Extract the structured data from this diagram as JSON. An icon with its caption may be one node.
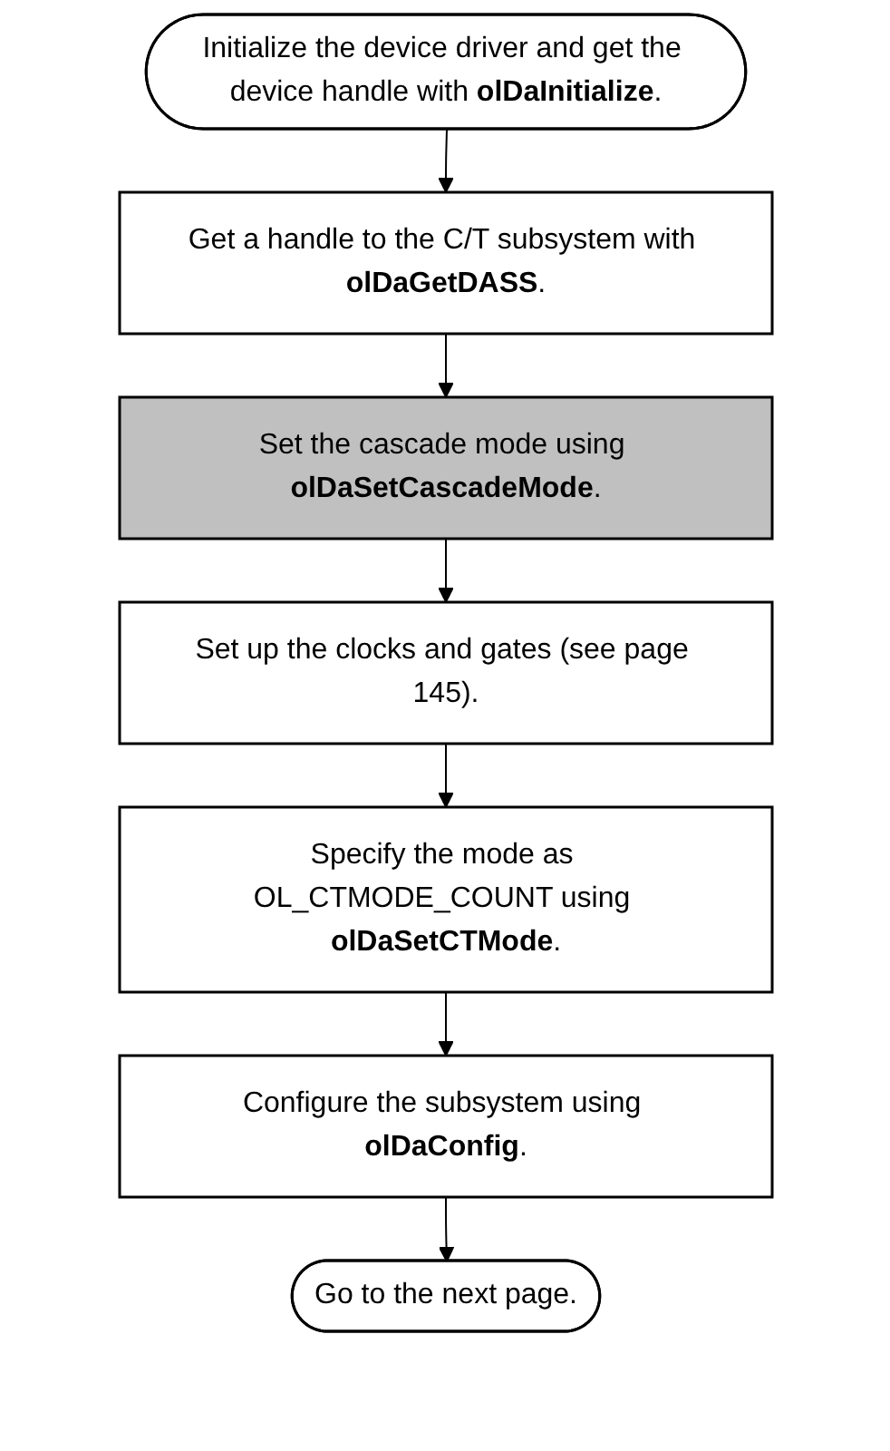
{
  "diagram": {
    "nodes": [
      {
        "text": [
          "Initialize the device driver and get the device handle with **olDaInitialize**."
        ]
      },
      {
        "text": [
          "Get a handle to the C/T subsystem with **olDaGetDASS**."
        ]
      },
      {
        "text": [
          "Set the cascade mode using **olDaSetCascadeMode**."
        ]
      },
      {
        "text": [
          "Set up the clocks and gates (see page 145)."
        ]
      },
      {
        "text": [
          "Specify the mode as OL_CTMODE_COUNT using **olDaSetCTMode**."
        ]
      },
      {
        "text": [
          "Configure the subsystem using **olDaConfig**."
        ]
      },
      {
        "text": [
          "Go to the next page."
        ]
      }
    ],
    "edges": [
      {
        "from": 0,
        "to": 1,
        "arrow": "to"
      },
      {
        "from": 1,
        "to": 2,
        "arrow": "to"
      },
      {
        "from": 2,
        "to": 3,
        "arrow": "to"
      },
      {
        "from": 3,
        "to": 4,
        "arrow": "to"
      },
      {
        "from": 4,
        "to": 5,
        "arrow": "to"
      },
      {
        "from": 5,
        "to": 6,
        "arrow": "to"
      }
    ]
  }
}
